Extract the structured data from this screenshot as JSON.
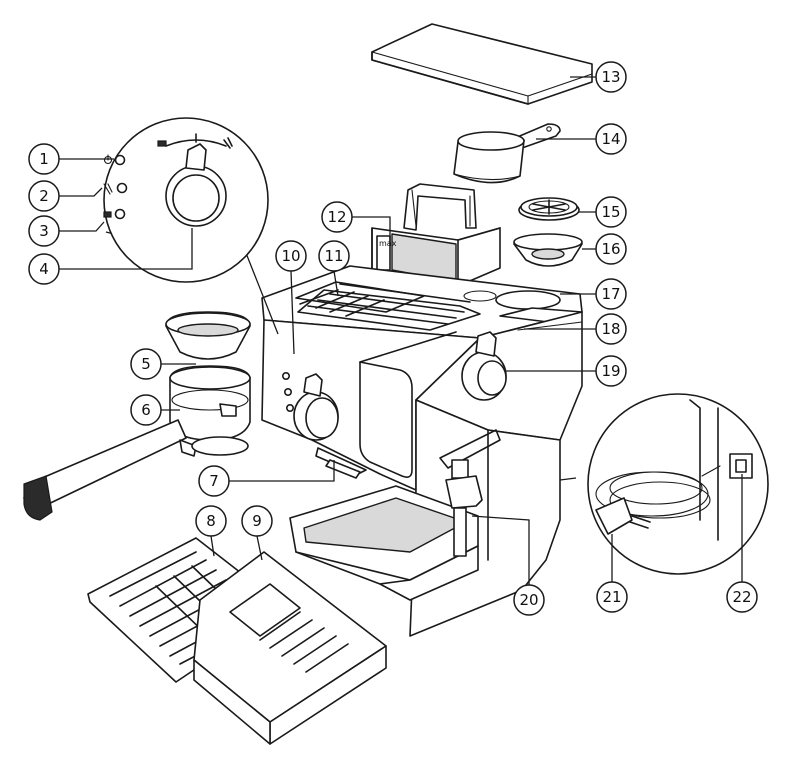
{
  "callouts": [
    "1",
    "2",
    "3",
    "4",
    "5",
    "6",
    "7",
    "8",
    "9",
    "10",
    "11",
    "12",
    "13",
    "14",
    "15",
    "16",
    "17",
    "18",
    "19",
    "20",
    "21",
    "22"
  ],
  "labels": {
    "water_tank_max": "max"
  },
  "icons": {
    "power_light": "power-icon",
    "steam_light": "steam-icon",
    "coffee_light": "cup-icon",
    "dial_left_symbol": "cup-icon",
    "dial_right_symbol": "steam-icon"
  }
}
